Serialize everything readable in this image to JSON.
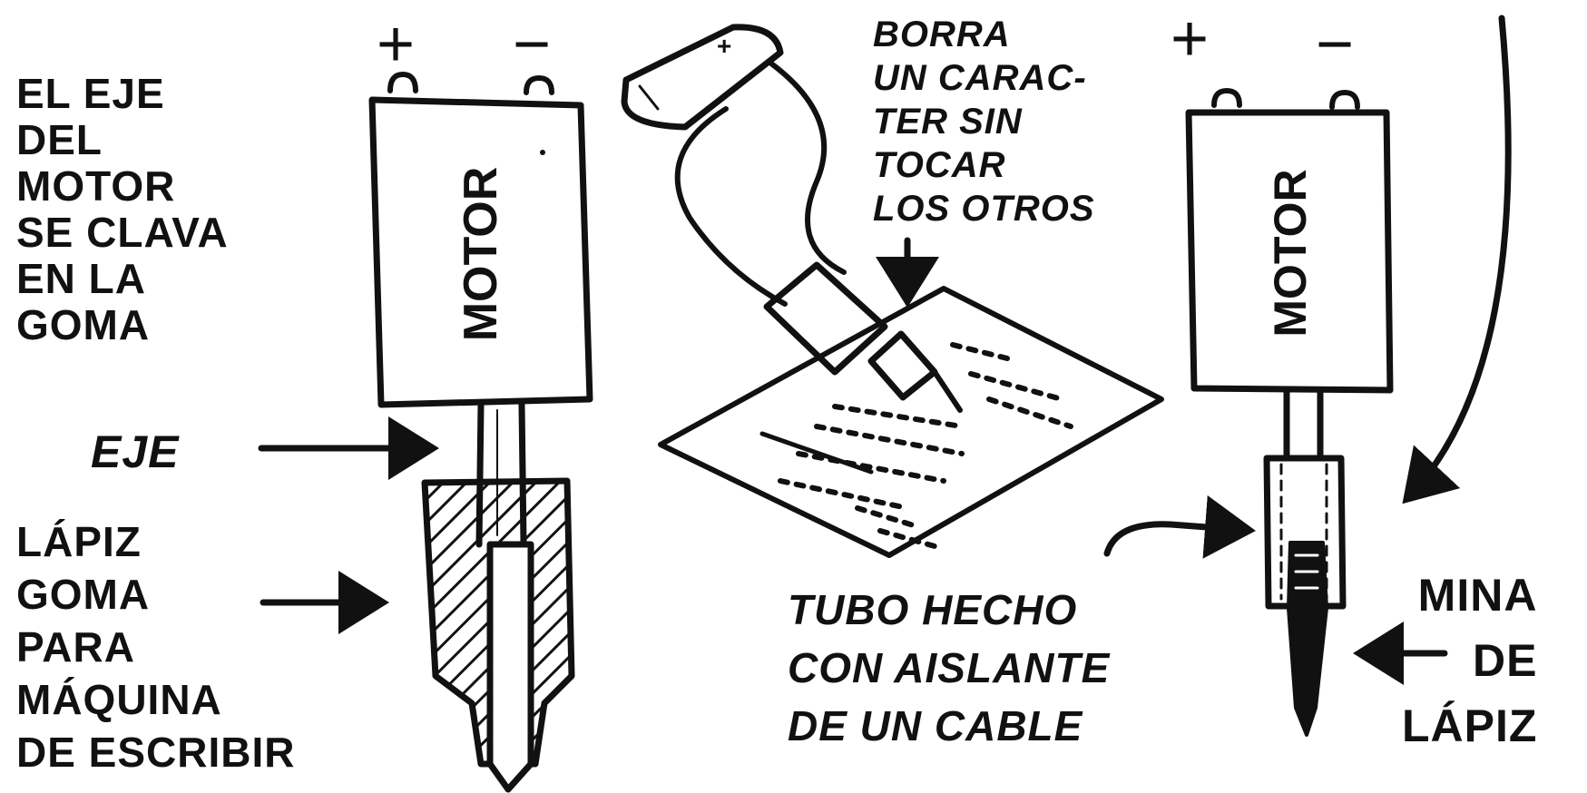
{
  "left_figure": {
    "plus": "+",
    "minus": "−",
    "motor_text": "MOTOR",
    "shaft_note": "EL EJE\nDEL\nMOTOR\nSE CLAVA\nEN LA\nGOMA",
    "eje_label": "EJE",
    "eraser_note": "LÁPIZ\nGOMA\nPARA\nMÁQUINA\nDE ESCRIBIR"
  },
  "center_figure": {
    "erase_note": "BORRA\nUN CARAC-\nTER SIN\nTOCAR\nLOS OTROS"
  },
  "right_figure": {
    "plus": "+",
    "minus": "−",
    "motor_text": "MOTOR",
    "tube_note": "TUBO HECHO\nCON AISLANTE\nDE UN CABLE",
    "lead_note": "MINA\nDE\nLÁPIZ"
  },
  "colors": {
    "ink": "#111111",
    "paper": "#ffffff"
  }
}
